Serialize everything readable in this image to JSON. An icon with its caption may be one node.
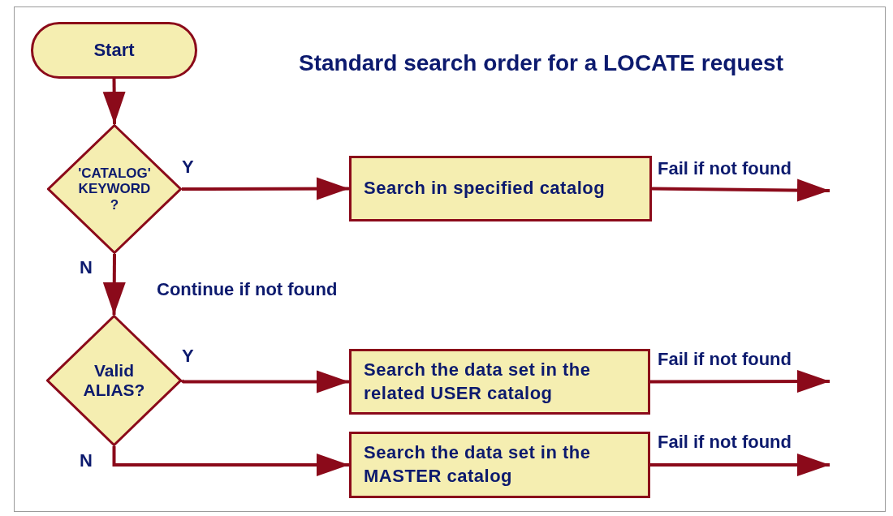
{
  "diagram": {
    "title": "Standard search order for a LOCATE request",
    "nodes": [
      {
        "text": [
          "Start"
        ]
      },
      {
        "text": [
          "'CATALOG' KEYWORD ?"
        ]
      },
      {
        "text": [
          "Search in specified catalog"
        ]
      },
      {
        "text": [
          "Valid ALIAS?"
        ]
      },
      {
        "text": [
          "Search the data set in the related USER catalog"
        ]
      },
      {
        "text": [
          "Search the data set in the MASTER catalog"
        ]
      }
    ],
    "edges": [
      {
        "from": 0,
        "to": 1,
        "arrow": "to"
      },
      {
        "from": 1,
        "to": 2,
        "arrow": "to",
        "label": "Y"
      },
      {
        "from": 1,
        "to": 3,
        "arrow": "to",
        "label": "N"
      },
      {
        "from": 2,
        "to": null,
        "arrow": "to",
        "label": "Fail if not found"
      },
      {
        "from": 3,
        "to": 4,
        "arrow": "to",
        "label": "Y"
      },
      {
        "from": 3,
        "to": 5,
        "arrow": "to",
        "label": "N"
      },
      {
        "from": 4,
        "to": null,
        "arrow": "to",
        "label": "Fail if not found"
      },
      {
        "from": 5,
        "to": null,
        "arrow": "to",
        "label": "Fail if not found"
      }
    ],
    "labels": [
      "Continue if not found"
    ]
  }
}
